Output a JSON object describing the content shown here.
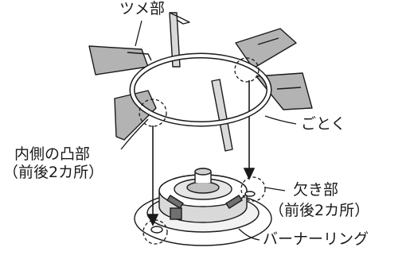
{
  "labels": {
    "tsume": "ツメ部",
    "gotoku": "ごとく",
    "inner_bump": "内側の凸部",
    "inner_bump_note": "（前後2カ所）",
    "notch": "欠き部",
    "notch_note": "（前後2カ所）",
    "burner_ring": "バーナーリング"
  },
  "colors": {
    "line": "#1a1a1a",
    "prong_fill": "#b3b3b3",
    "prong_shadow": "#8c8c8c",
    "burner_fill": "#d9d9d9",
    "burner_dark": "#707070",
    "background": "#ffffff"
  }
}
